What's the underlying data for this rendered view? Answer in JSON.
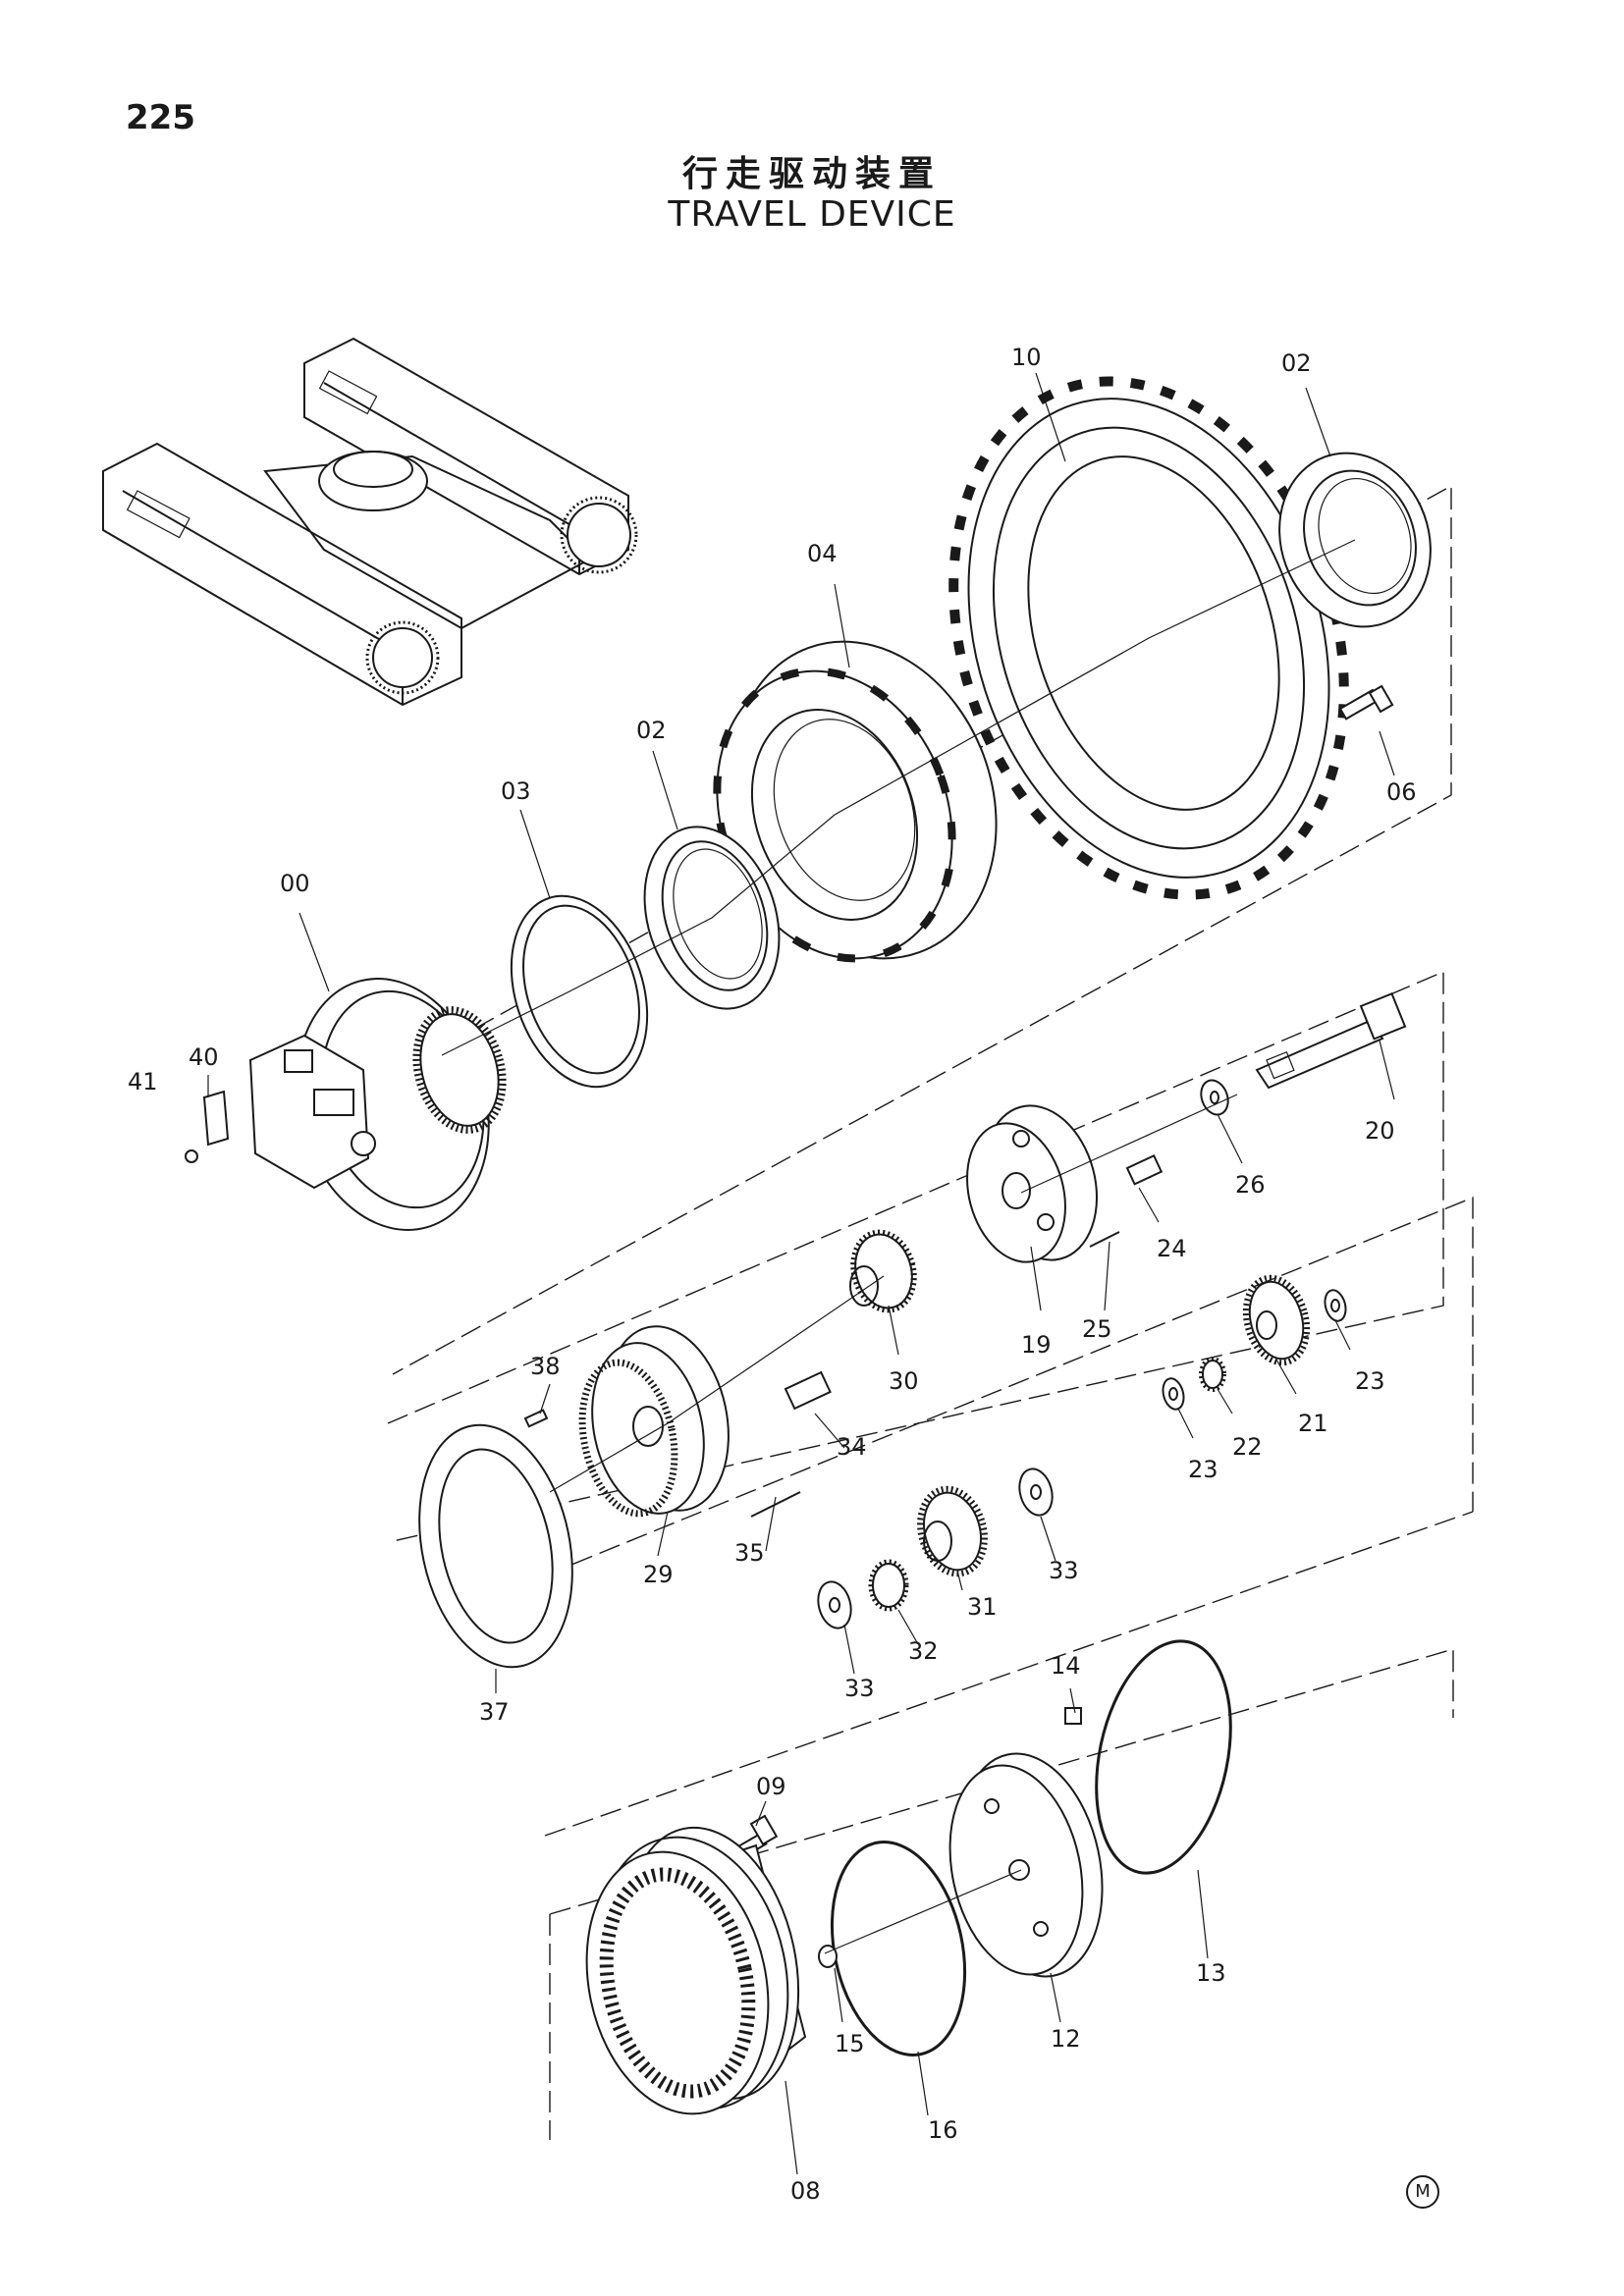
{
  "page": {
    "number": "225",
    "title_cn": "行走驱动装置",
    "title_en": "TRAVEL DEVICE",
    "mark": "M"
  },
  "labels": {
    "p00": "00",
    "p02a": "02",
    "p02b": "02",
    "p03": "03",
    "p04": "04",
    "p06": "06",
    "p08": "08",
    "p09": "09",
    "p10": "10",
    "p12": "12",
    "p13": "13",
    "p14": "14",
    "p15": "15",
    "p16": "16",
    "p19": "19",
    "p20": "20",
    "p21": "21",
    "p22": "22",
    "p23a": "23",
    "p23b": "23",
    "p24": "24",
    "p25": "25",
    "p26": "26",
    "p29": "29",
    "p30": "30",
    "p31": "31",
    "p32": "32",
    "p33a": "33",
    "p33b": "33",
    "p34": "34",
    "p35": "35",
    "p37": "37",
    "p38": "38",
    "p40": "40",
    "p41": "41"
  }
}
